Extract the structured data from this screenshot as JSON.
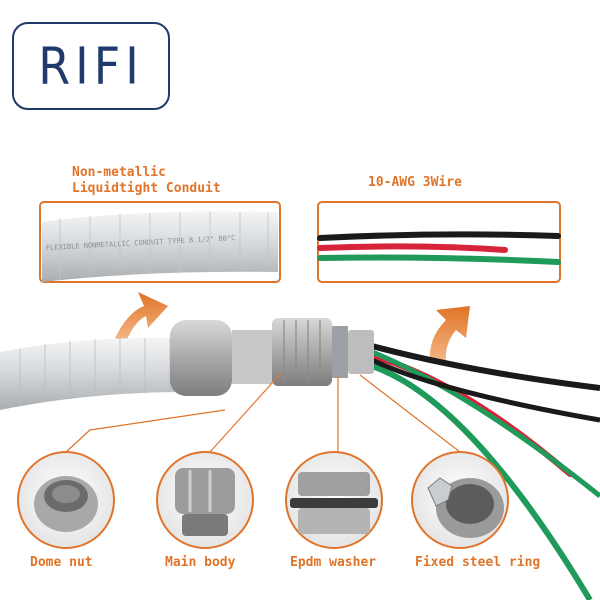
{
  "logo": {
    "text": "RIFI"
  },
  "callouts": {
    "conduit": {
      "line1": "Non-metallic",
      "line2": "Liquidtight Conduit"
    },
    "wire": {
      "title": "10-AWG 3Wire"
    }
  },
  "conduit_print": "FLEXIBLE NONMETALLIC CONDUIT TYPE B  1/2\"  80°C",
  "parts": [
    {
      "label": "Dome nut"
    },
    {
      "label": "Main body"
    },
    {
      "label": "Epdm washer"
    },
    {
      "label": "Fixed steel ring"
    }
  ],
  "colors": {
    "accent": "#e0742a",
    "logo": "#1f3a6b",
    "wire_black": "#1a1a1a",
    "wire_red": "#d8243a",
    "wire_green": "#1f9a5a"
  }
}
